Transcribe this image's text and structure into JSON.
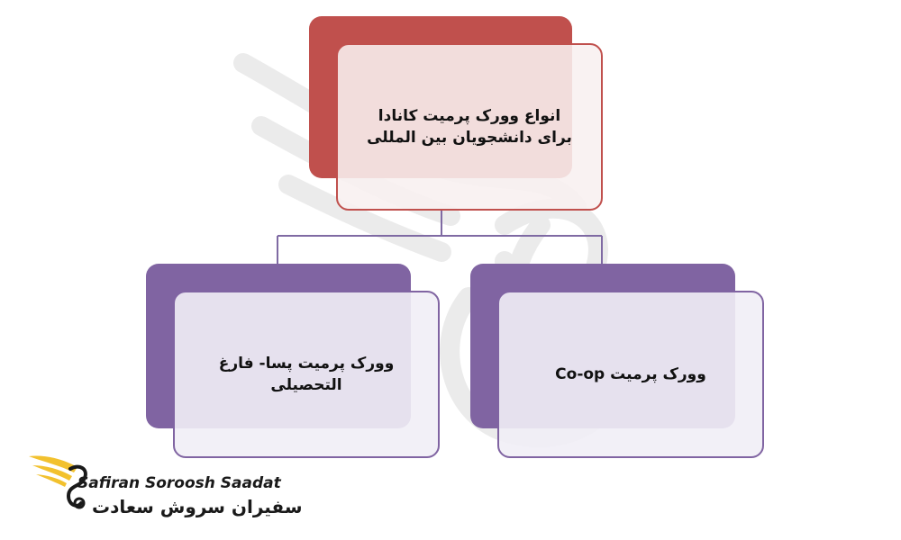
{
  "diagram": {
    "root": {
      "label": "انواع وورک پرمیت کانادا برای دانشجویان بین المللی"
    },
    "children": [
      {
        "label": "وورک پرمیت پسا- فارغ التحصیلی"
      },
      {
        "label": "وورک پرمیت Co-op"
      }
    ]
  },
  "logo": {
    "name_en": "Safiran Soroosh Saadat",
    "name_fa": "سفیران سروش سعادت"
  },
  "colors": {
    "root_accent": "#c0504d",
    "child_accent": "#8064a2",
    "logo_bird": "#f2c12e"
  }
}
